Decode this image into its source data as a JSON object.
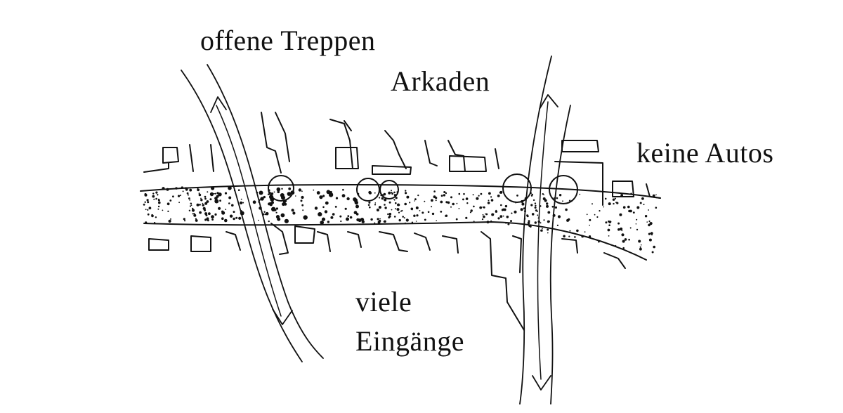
{
  "labels": {
    "open_stairs": "offene Treppen",
    "arcades": "Arkaden",
    "no_cars": "keine Autos",
    "many_entrances_1": "viele",
    "many_entrances_2": "Eingänge"
  },
  "colors": {
    "ink": "#111111",
    "paper": "#ffffff"
  }
}
